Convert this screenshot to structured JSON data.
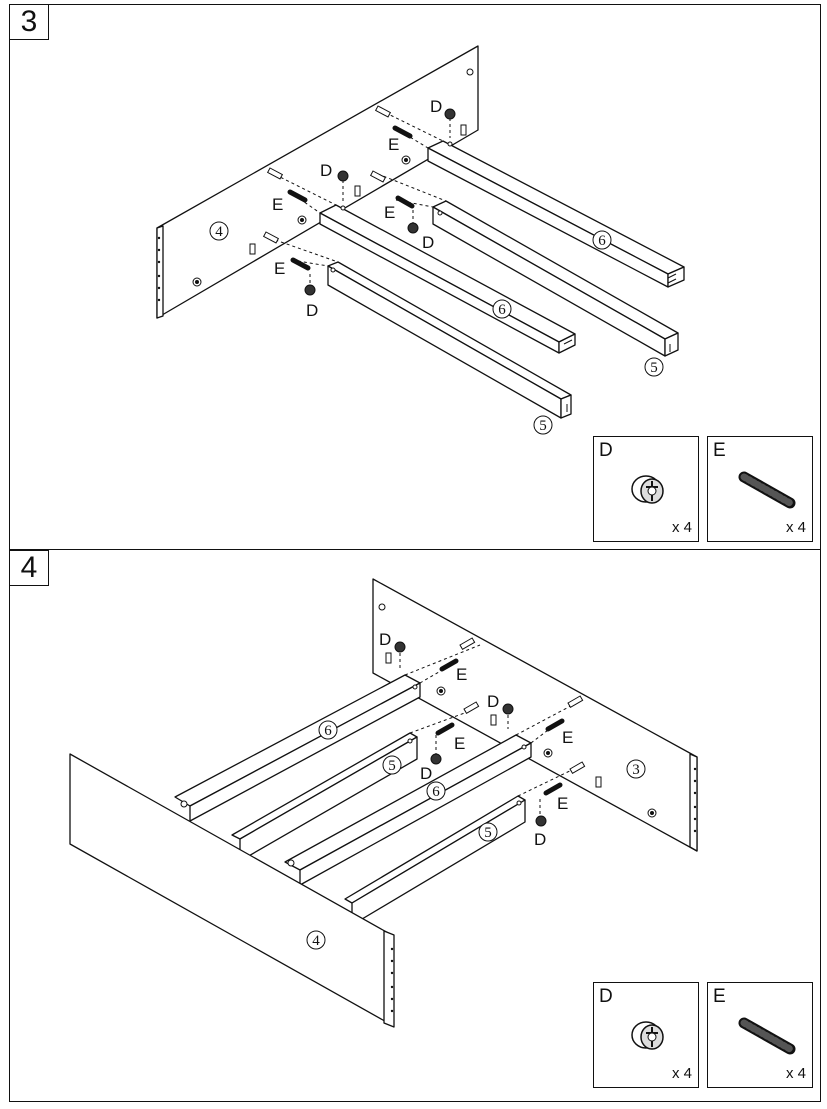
{
  "steps": [
    {
      "number": "3",
      "board_label": "4",
      "rails": [
        {
          "label": "6"
        },
        {
          "label": "5"
        },
        {
          "label": "6"
        },
        {
          "label": "5"
        }
      ],
      "fitting_labels": [
        "D",
        "E",
        "D",
        "E",
        "D",
        "E",
        "D",
        "E"
      ],
      "parts": [
        {
          "letter": "D",
          "qty": "x 4",
          "icon": "cam-lock-icon"
        },
        {
          "letter": "E",
          "qty": "x 4",
          "icon": "dowel-icon"
        }
      ]
    },
    {
      "number": "4",
      "board_label": "3",
      "front_label": "4",
      "rails": [
        {
          "label": "6"
        },
        {
          "label": "5"
        },
        {
          "label": "6"
        },
        {
          "label": "5"
        }
      ],
      "fitting_labels": [
        "D",
        "E",
        "D",
        "E",
        "D",
        "E",
        "E",
        "D"
      ],
      "parts": [
        {
          "letter": "D",
          "qty": "x 4",
          "icon": "cam-lock-icon"
        },
        {
          "letter": "E",
          "qty": "x 4",
          "icon": "dowel-icon"
        }
      ]
    }
  ]
}
